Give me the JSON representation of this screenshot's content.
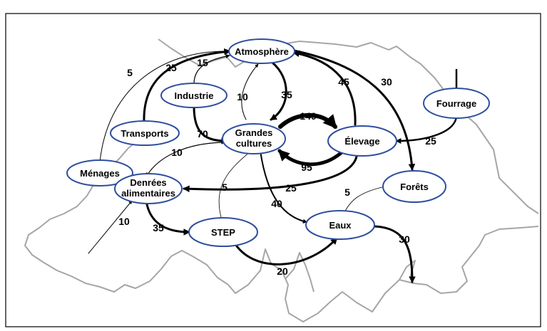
{
  "colors": {
    "map_outline": "#a6a6a6",
    "node_stroke": "#2e4f9e",
    "node_fill": "#ffffff",
    "arrow": "#000000",
    "frame": "#000000"
  },
  "nodes": {
    "atmosphere": "Atmosphère",
    "industrie": "Industrie",
    "transports": "Transports",
    "grandes_cultures_1": "Grandes",
    "grandes_cultures_2": "cultures",
    "elevage": "Élevage",
    "fourrage": "Fourrage",
    "menages": "Ménages",
    "denrees_1": "Denrées",
    "denrees_2": "alimentaires",
    "forets": "Forêts",
    "step": "STEP",
    "eaux": "Eaux"
  },
  "flows": {
    "menages_atmosphere": "5",
    "transports_atmosphere": "25",
    "industrie_atmosphere": "15",
    "atmosphere_cultures": "35",
    "cultures_atmosphere": "10",
    "elevage_atmosphere": "45",
    "atmosphere_forets": "30",
    "industrie_cultures": "70",
    "cultures_elevage": "140",
    "elevage_cultures": "95",
    "fourrage_elevage": "25",
    "cultures_denrees": "10",
    "elevage_denrees": "25",
    "step_cultures": "5",
    "forets_eaux": "5",
    "cultures_eaux": "40",
    "import_denrees": "10",
    "denrees_step": "35",
    "step_eaux": "20",
    "eaux_out": "30"
  }
}
